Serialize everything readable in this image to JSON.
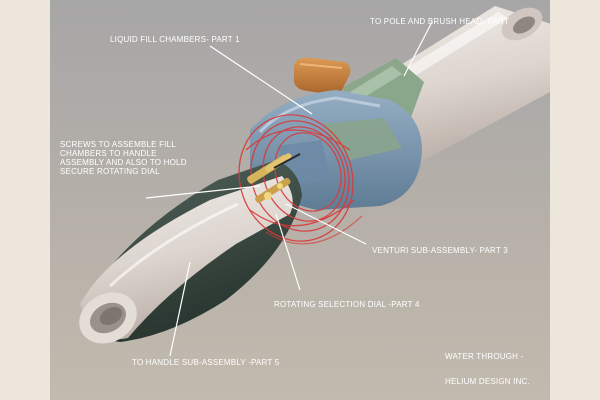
{
  "diagram": {
    "labels": {
      "liquid_fill": "LIQUID FILL CHAMBERS- PART 1",
      "pole_head": "TO POLE AND BRUSH HEAD- PART",
      "screws": "SCREWS TO ASSEMBLE FILL\nCHAMBERS TO HANDLE\nASSEMBLY AND ALSO TO HOLD\nSECURE ROTATING DIAL",
      "venturi": "VENTURI SUB-ASSEMBLY- PART 3",
      "dial": "ROTATING SELECTION DIAL -PART 4",
      "handle": "TO HANDLE SUB-ASSEMBLY -PART 5"
    },
    "credits": {
      "line1": "WATER THROUGH -",
      "line2": "HELIUM DESIGN INC."
    }
  },
  "colors": {
    "frame": "#ece6dc",
    "background": "#b0aba6",
    "tube": "#e8e4e0",
    "grip": "#3a4a43",
    "chamber": "#7f99b0",
    "rubber": "#7e9a80",
    "dial": "#d83a3a",
    "brass": "#d7b45a",
    "cap": "#c8803e"
  }
}
